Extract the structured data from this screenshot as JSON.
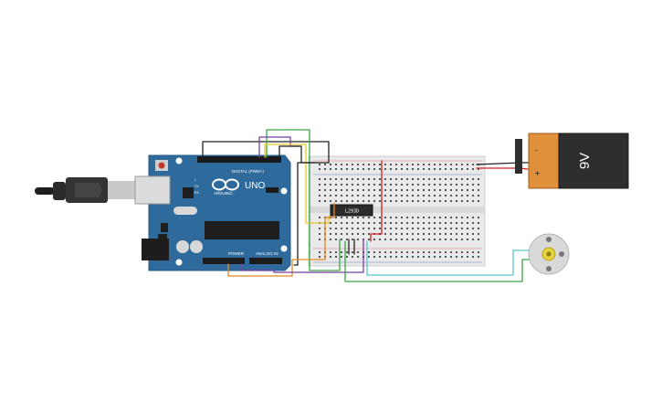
{
  "arduino": {
    "brand": "ARDUINO",
    "model": "UNO",
    "digital_label": "DIGITAL (PWM~)",
    "power_label": "POWER",
    "analog_label": "ANALOG IN",
    "tx_label": "TX",
    "rx_label": "RX",
    "l_label": "L",
    "color": "#2f6a9c"
  },
  "chip": {
    "label": "L293D"
  },
  "battery": {
    "voltage": "9V",
    "minus": "-",
    "plus": "+"
  },
  "colors": {
    "wire_black": "#222222",
    "wire_green": "#39a844",
    "wire_purple": "#7b3fa0",
    "wire_yellow": "#e6c72a",
    "wire_orange": "#e08a1e",
    "wire_red": "#d42020",
    "wire_cyan": "#5bc6d0",
    "breadboard": "#e9e9e9"
  }
}
